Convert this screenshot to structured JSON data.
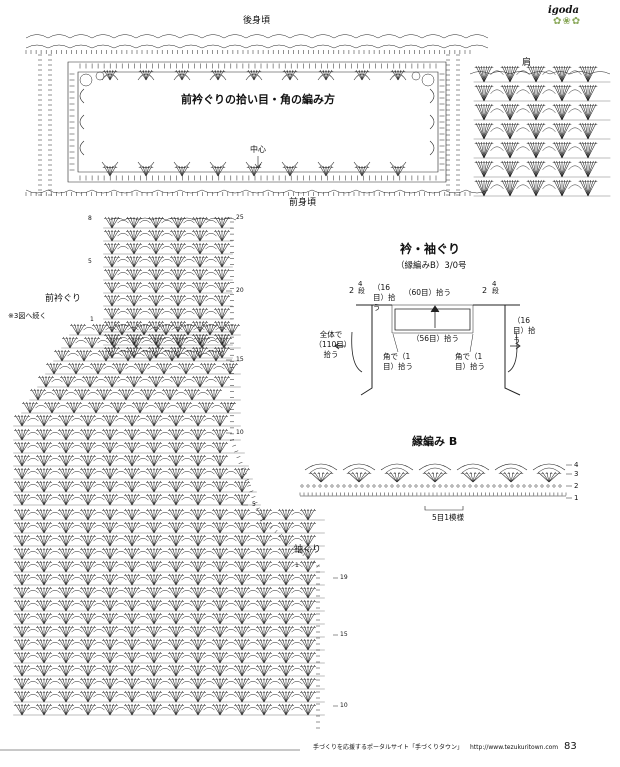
{
  "brand": {
    "name": "igoda"
  },
  "labels": {
    "back_neck": "後身頃",
    "front_body": "前身頃",
    "shoulder": "肩",
    "neck_title": "前衿ぐりの拾い目・角の編み方",
    "center": "中心",
    "front_neck": "前衿ぐり",
    "note": "※3図へ続く",
    "armhole": "袖ぐり",
    "edge_b": "縁編み B"
  },
  "schematic": {
    "title": "衿・袖ぐり",
    "subtitle": "（縁編みB）3/0号",
    "left_width": "2",
    "left_rows": "4 段",
    "right_width": "2",
    "right_rows": "4 段",
    "pick_16_left": "（16目）拾う",
    "pick_60": "（60目）拾う",
    "pick_56": "（56目）拾う",
    "pick_16_right": "（16目）拾う",
    "total": "全体で（110目）拾う",
    "corner_left": "角で（1目）拾う",
    "corner_right": "角で（1目）拾う"
  },
  "edge_b": {
    "repeat": "5目1模様",
    "rows": [
      "4",
      "3",
      "2",
      "1"
    ]
  },
  "row_numbers": {
    "front_right": [
      "25",
      "20",
      "15",
      "10",
      "5"
    ],
    "front_left": [
      "8",
      "5",
      "1"
    ],
    "armhole": [
      "19",
      "15",
      "10",
      "1"
    ]
  },
  "footer": {
    "text": "手づくりを応援するポータルサイト「手づくりタウン」",
    "url": "http://www.tezukuritown.com",
    "page": "83"
  }
}
